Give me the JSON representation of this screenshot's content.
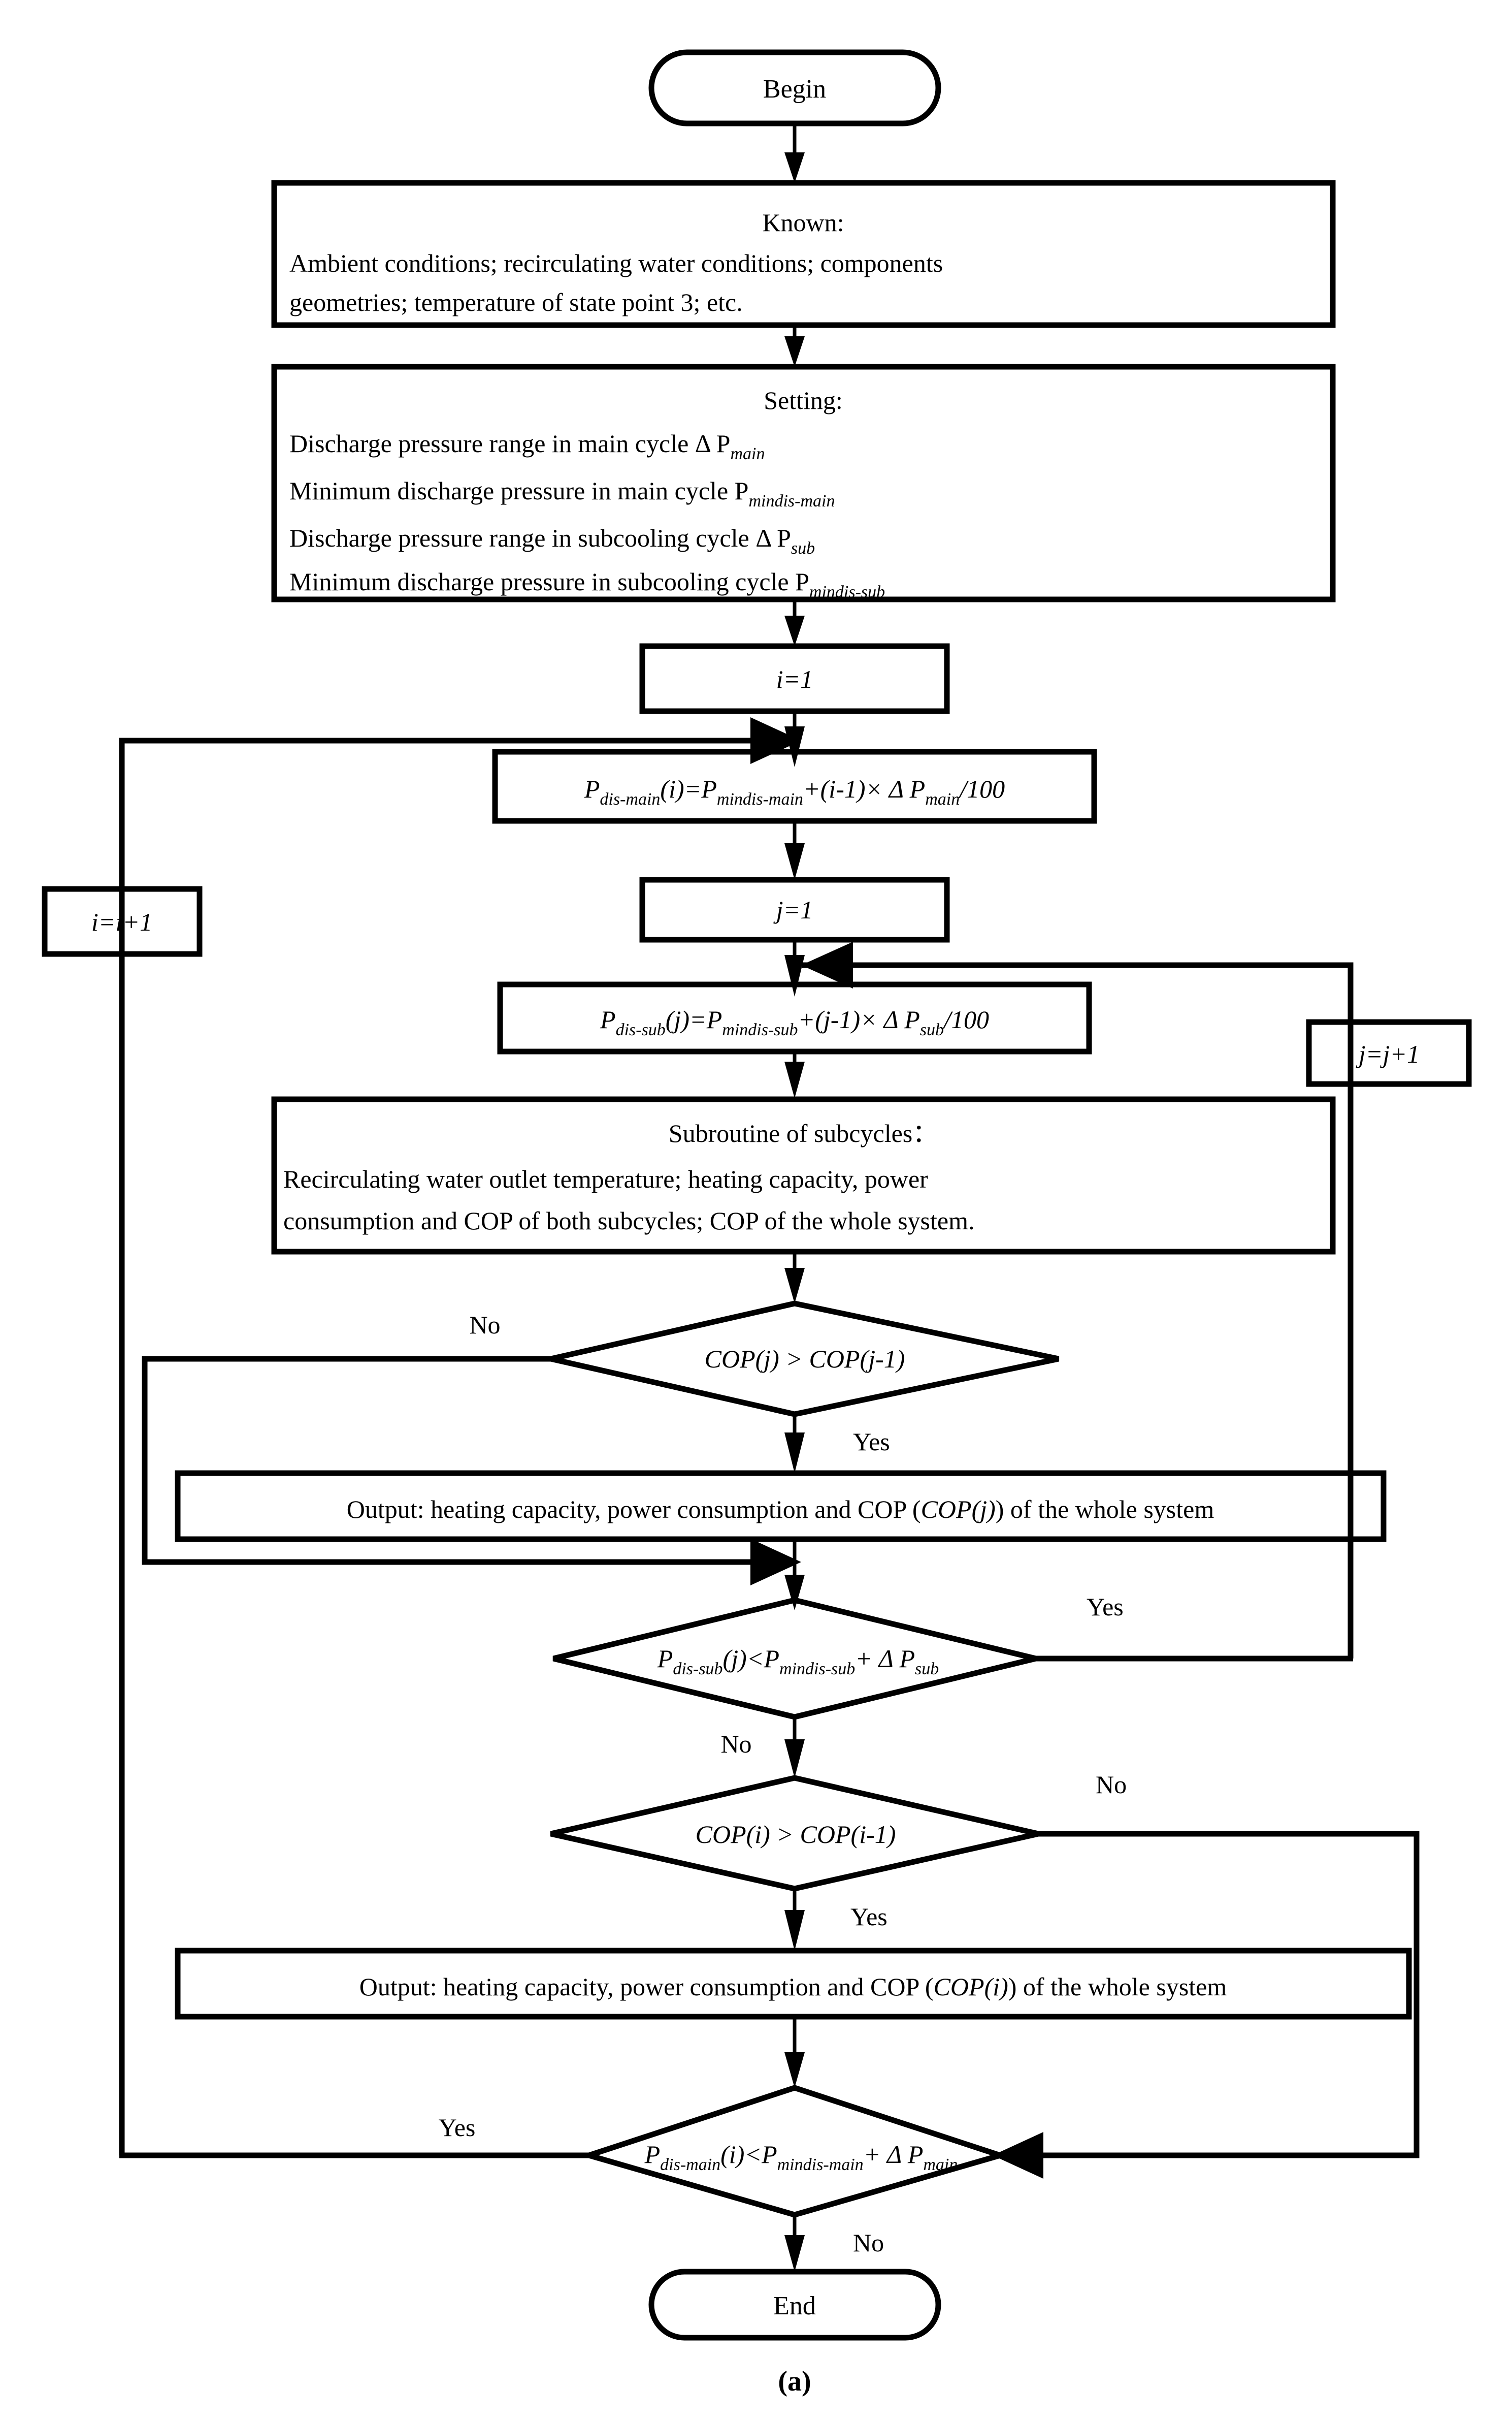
{
  "figure": {
    "caption": "(a)",
    "type": "flowchart"
  },
  "nodes": {
    "begin": {
      "label": "Begin",
      "shape": "terminator"
    },
    "known": {
      "shape": "process",
      "title": "Known:",
      "lines": [
        "Ambient conditions; recirculating water conditions;  components",
        "geometries; temperature of state point 3; etc."
      ]
    },
    "setting": {
      "shape": "process",
      "title": "Setting:",
      "lines": [
        {
          "text": "Discharge pressure range in main cycle  Δ P",
          "sub": "main"
        },
        {
          "text": "Minimum discharge pressure in main cycle P",
          "sub": "mindis-main"
        },
        {
          "text": "Discharge pressure range in subcooling cycle  Δ P",
          "sub": "sub"
        },
        {
          "text": "Minimum discharge pressure in subcooling cycle P",
          "sub": "mindis-sub"
        }
      ]
    },
    "i_init": {
      "shape": "process",
      "label": "i=1"
    },
    "p_dis_main": {
      "shape": "process",
      "parts": [
        {
          "t": "P",
          "sub": "dis-main"
        },
        {
          "t": "(i)=P",
          "sub": "mindis-main"
        },
        {
          "t": "+(i-1)× Δ P",
          "sub": "main"
        },
        {
          "t": "/100",
          "sub": ""
        }
      ]
    },
    "i_incr": {
      "shape": "process",
      "label": "i=i+1"
    },
    "j_init": {
      "shape": "process",
      "label": "j=1"
    },
    "p_dis_sub": {
      "shape": "process",
      "parts": [
        {
          "t": "P",
          "sub": "dis-sub"
        },
        {
          "t": "(j)=P",
          "sub": "mindis-sub"
        },
        {
          "t": "+(j-1)× Δ P",
          "sub": "sub"
        },
        {
          "t": "/100",
          "sub": ""
        }
      ]
    },
    "j_incr": {
      "shape": "process",
      "label": "j=j+1"
    },
    "subroutine": {
      "shape": "process",
      "title": "Subroutine of subcycles：",
      "lines": [
        "Recirculating water outlet temperature; heating capacity, power",
        "consumption and COP of both subcycles; COP of the whole system."
      ]
    },
    "cop_j_test": {
      "shape": "decision",
      "label": "COP(j) > COP(j-1)"
    },
    "output_j": {
      "shape": "process",
      "label": "Output: heating capacity, power consumption and COP (COP(j)) of the whole system",
      "pre": "Output: heating capacity, power consumption and COP (",
      "emph": "COP(j)",
      "post": ") of the whole system"
    },
    "p_sub_test": {
      "shape": "decision",
      "parts": [
        {
          "t": "P",
          "sub": "dis-sub"
        },
        {
          "t": "(j)<P",
          "sub": "mindis-sub"
        },
        {
          "t": "+ Δ P",
          "sub": "sub"
        }
      ]
    },
    "cop_i_test": {
      "shape": "decision",
      "label": "COP(i) > COP(i-1)"
    },
    "output_i": {
      "shape": "process",
      "label": "Output: heating capacity, power consumption and COP (COP(i)) of the whole system",
      "pre": "Output: heating capacity, power consumption and COP (",
      "emph": "COP(i)",
      "post": ") of the whole system"
    },
    "p_main_test": {
      "shape": "decision",
      "parts": [
        {
          "t": "P",
          "sub": "dis-main"
        },
        {
          "t": "(i)<P",
          "sub": "mindis-main"
        },
        {
          "t": "+ Δ P",
          "sub": "main"
        }
      ]
    },
    "end": {
      "label": "End",
      "shape": "terminator"
    }
  },
  "branch_labels": {
    "cop_j_no": "No",
    "cop_j_yes": "Yes",
    "p_sub_yes": "Yes",
    "p_sub_no": "No",
    "cop_i_no": "No",
    "cop_i_yes": "Yes",
    "p_main_yes": "Yes",
    "p_main_no": "No"
  },
  "style": {
    "stroke": "#000000",
    "fill": "#ffffff",
    "background": "#ffffff",
    "line_width_thin": 5,
    "line_width_thick": 9
  }
}
